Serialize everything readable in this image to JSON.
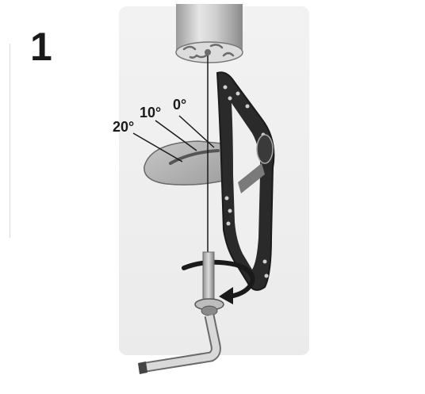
{
  "step_number": "1",
  "angles": {
    "a0": "0°",
    "a10": "10°",
    "a20": "20°"
  },
  "icons": [
    "pole-tube",
    "mounting-bracket",
    "tilt-plate",
    "bolt",
    "allen-key",
    "rotation-arrow"
  ]
}
